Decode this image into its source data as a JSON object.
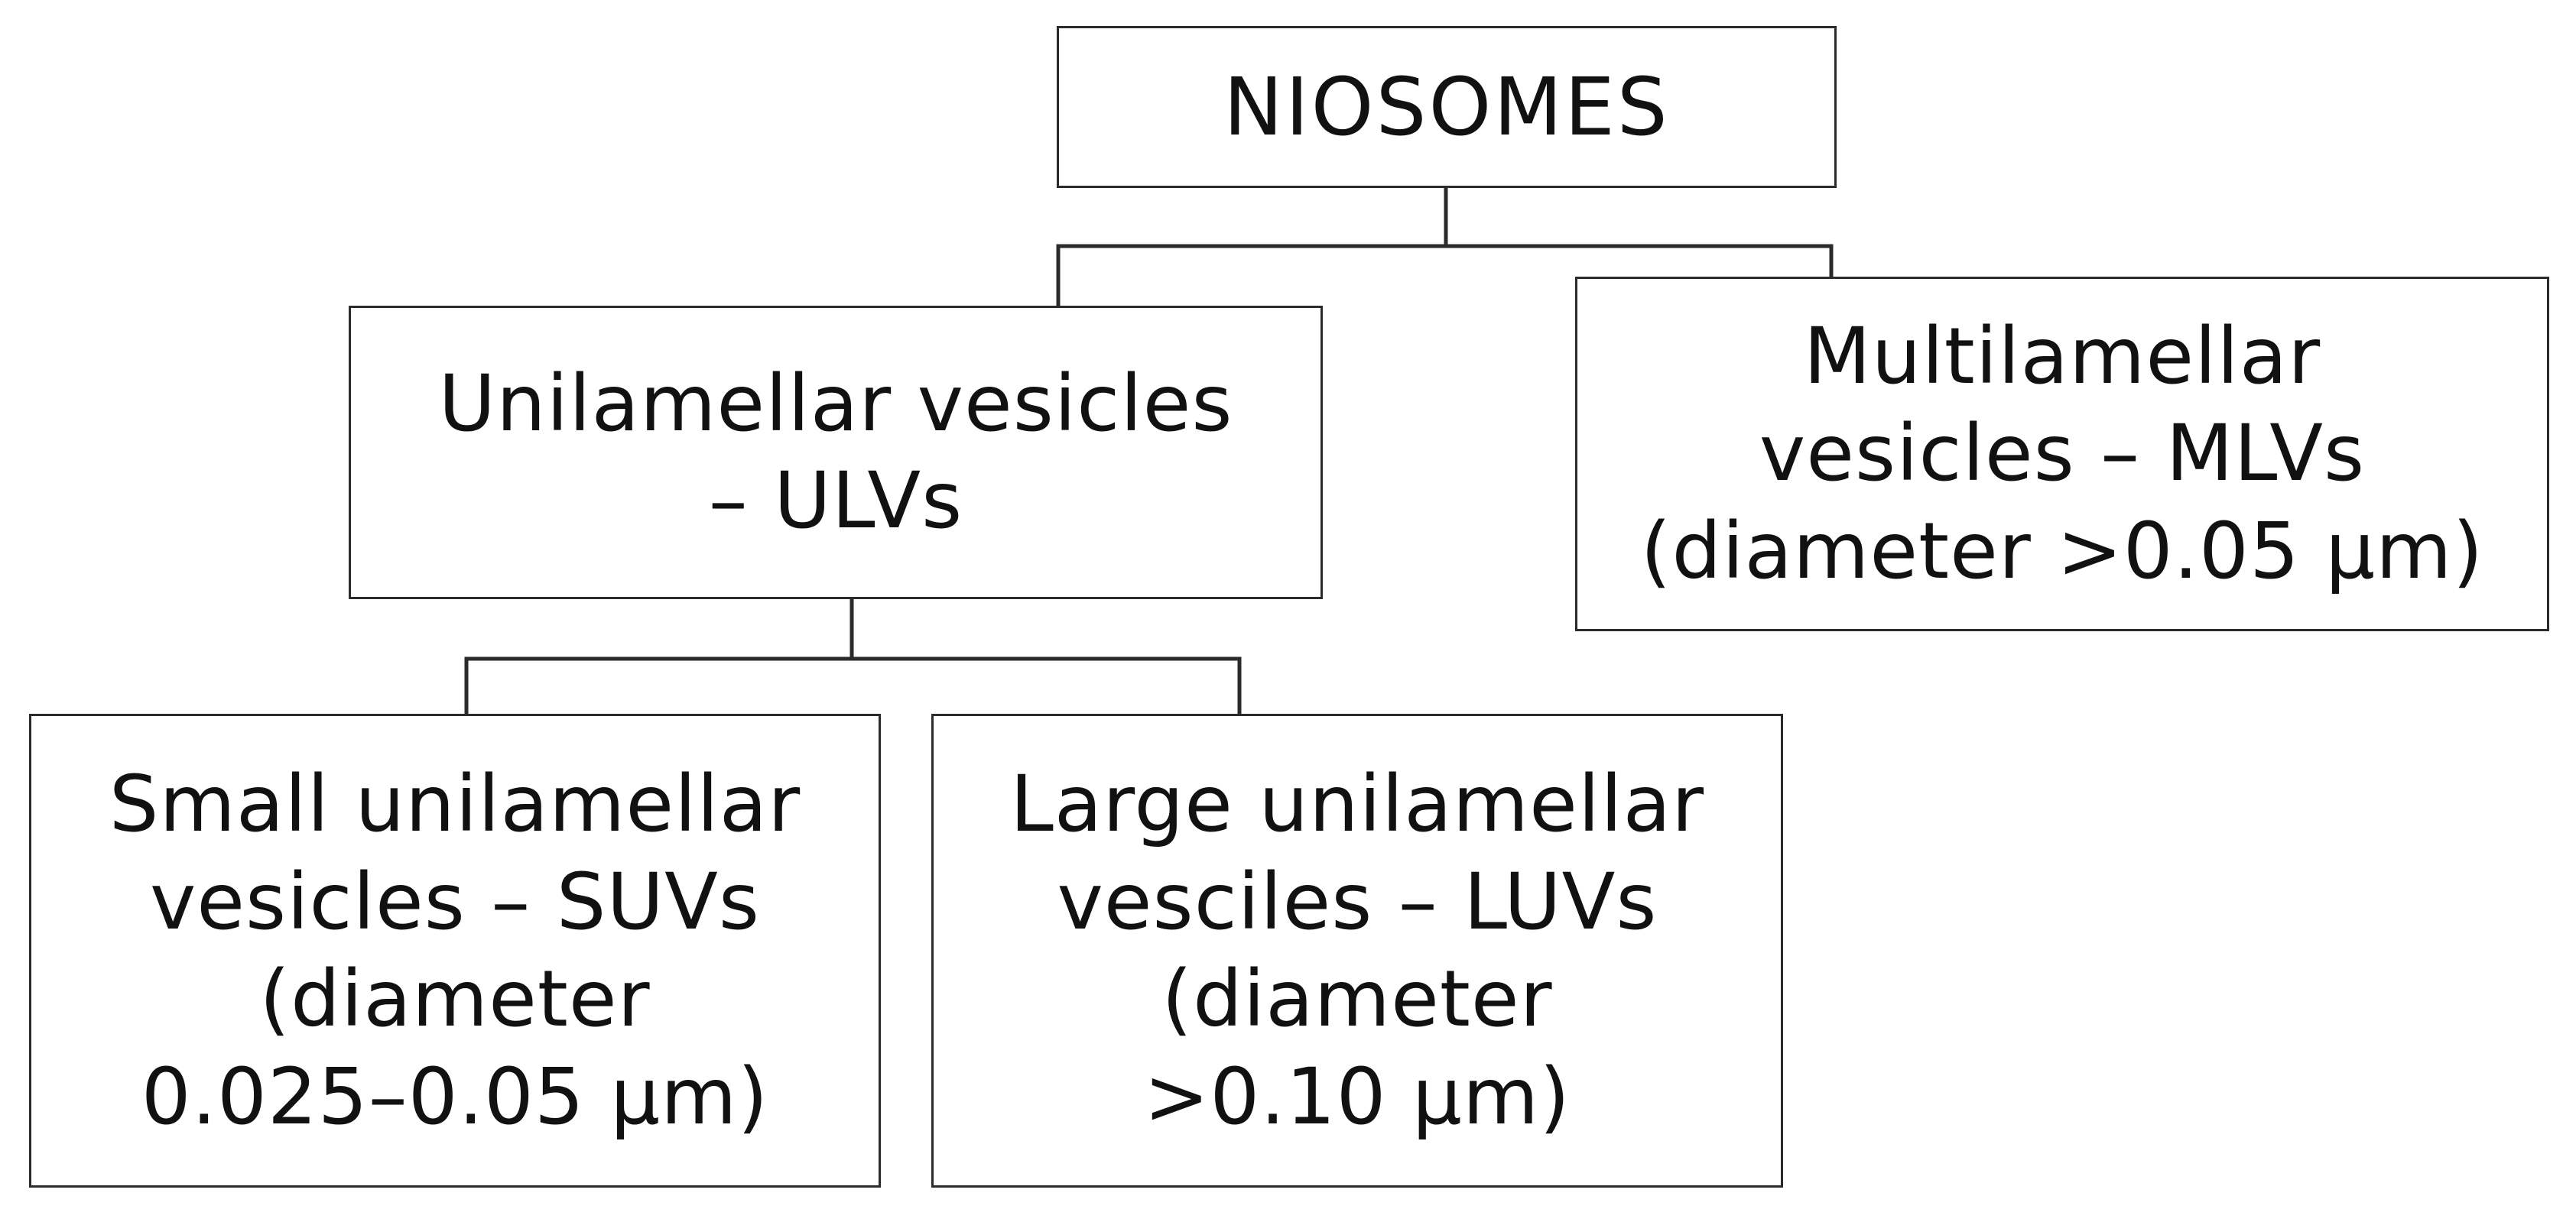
{
  "diagram": {
    "root": {
      "lines": [
        "NIOSOMES"
      ]
    },
    "unilamellar": {
      "lines": [
        "Unilamellar vesicles",
        "– ULVs"
      ]
    },
    "multilamellar": {
      "lines": [
        "Multilamellar",
        "vesicles – MLVs",
        "(diameter >0.05 μm)"
      ]
    },
    "small_unilamellar": {
      "lines": [
        "Small unilamellar",
        "vesicles – SUVs",
        "(diameter",
        "0.025–0.05 μm)"
      ]
    },
    "large_unilamellar": {
      "lines": [
        "Large unilamellar",
        "vesciles – LUVs",
        "(diameter",
        ">0.10 μm)"
      ]
    }
  }
}
